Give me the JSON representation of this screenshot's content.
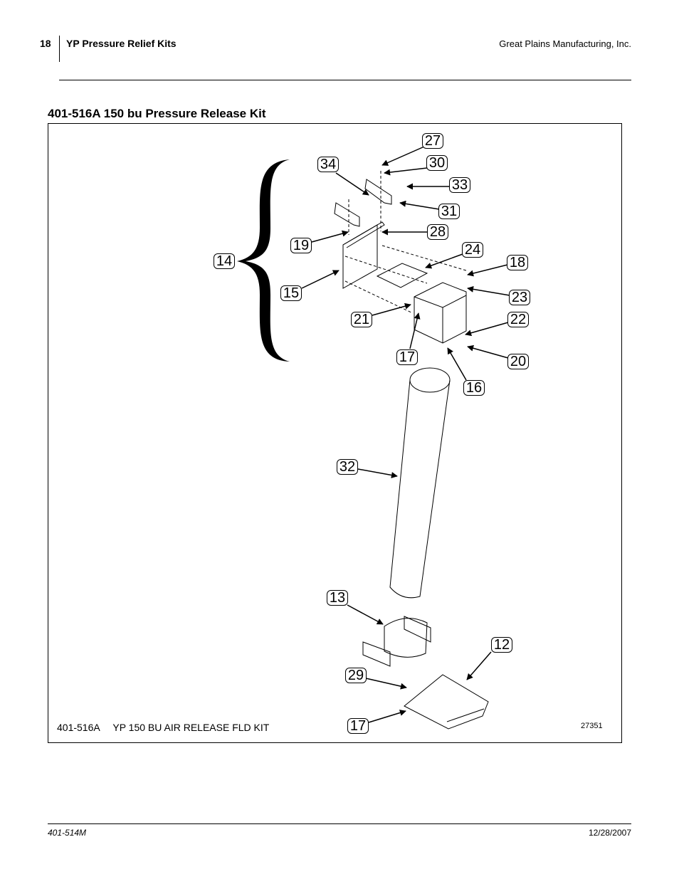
{
  "header": {
    "page_number": "18",
    "section": "YP Pressure Relief Kits",
    "company": "Great Plains Manufacturing, Inc."
  },
  "title": "401-516A 150 bu Pressure Release Kit",
  "figure": {
    "kit_part_number": "401-516A",
    "kit_description": "YP 150 BU AIR RELEASE FLD KIT",
    "figure_number": "27351",
    "callouts": [
      "27",
      "30",
      "34",
      "33",
      "31",
      "28",
      "19",
      "24",
      "14",
      "18",
      "15",
      "23",
      "21",
      "22",
      "17",
      "20",
      "16",
      "32",
      "13",
      "12",
      "29",
      "17"
    ]
  },
  "footer": {
    "manual_number": "401-514M",
    "date": "12/28/2007"
  }
}
